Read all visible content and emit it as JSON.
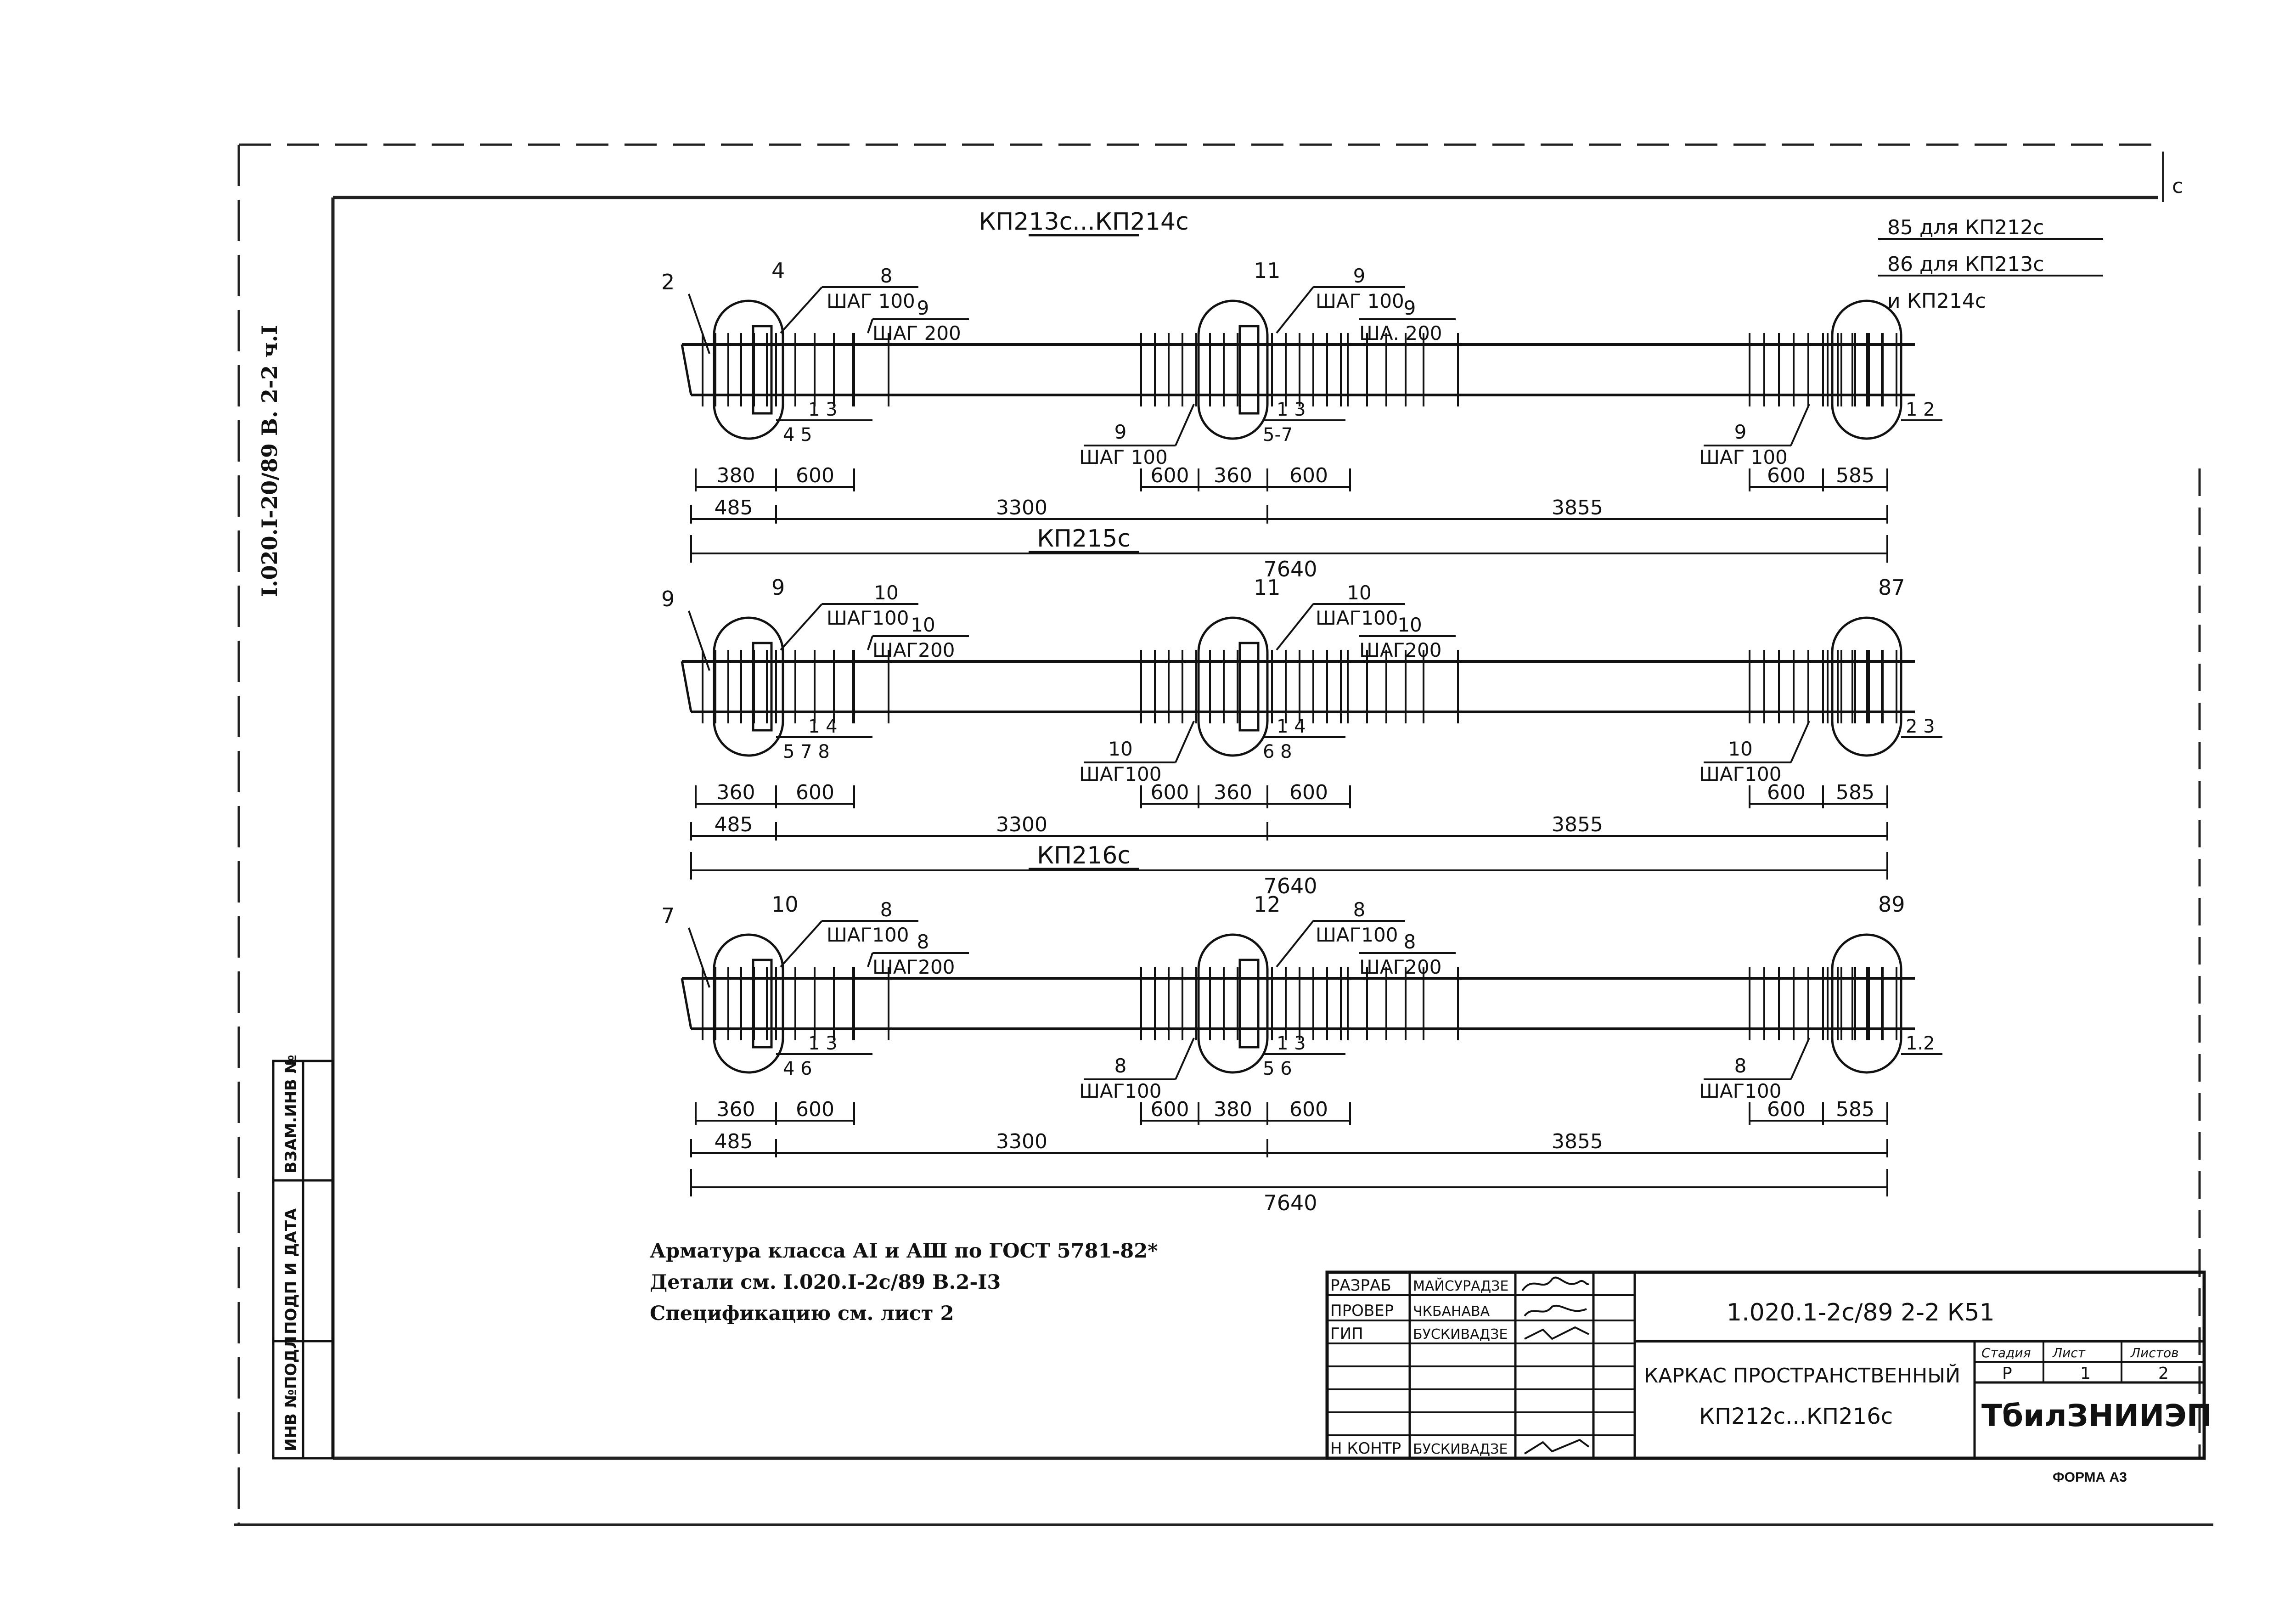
{
  "document": {
    "side_code": "I.020.I-20/89 В. 2-2 ч.I",
    "corner_mark": "с",
    "forma": "ФОРМА А3"
  },
  "notes": [
    "Арматура класса АI и АШ по ГОСТ 5781-82*",
    "Детали см. I.020.I-2с/89 В.2-I3",
    "Спецификацию см. лист 2"
  ],
  "left_stamp": [
    "ИНВ №ПОДЛ",
    "ПОДП И ДАТА",
    "ВЗАМ.ИНВ №"
  ],
  "views": [
    {
      "title": "КП213с...КП214с",
      "labels": {
        "left_end": "2",
        "mid_a": "4",
        "mid_b": "11",
        "right_end": "",
        "s1_num": "8",
        "s1_step": "ШАГ 100",
        "s2_num": "9",
        "s2_step": "ШАГ 200",
        "m1_num": "9",
        "m1_step": "ШАГ 100",
        "m2_num": "9",
        "m2_step": "ША. 200",
        "low_left_num": "9",
        "low_left_step": "ШАГ 100",
        "low_right_num": "9",
        "low_right_step": "ШАГ 100",
        "pos_a": "1 3",
        "pos_a2": "4 5",
        "pos_b": "1 3",
        "pos_b2": "5-7",
        "pos_c": "1 2"
      },
      "note_lines": [
        "85 для КП212с",
        "86 для КП213с",
        "и КП214с"
      ],
      "dims_small": [
        "380",
        "600",
        "600",
        "360",
        "600",
        "600",
        "585"
      ],
      "dims_mid": [
        "485",
        "3300",
        "3855"
      ],
      "dim_total": "7640"
    },
    {
      "title": "КП215с",
      "labels": {
        "left_end": "9",
        "mid_a": "9",
        "mid_b": "11",
        "right_end": "87",
        "s1_num": "10",
        "s1_step": "ШАГ100",
        "s2_num": "10",
        "s2_step": "ШАГ200",
        "m1_num": "10",
        "m1_step": "ШАГ100",
        "m2_num": "10",
        "m2_step": "ШАГ200",
        "low_left_num": "10",
        "low_left_step": "ШАГ100",
        "low_right_num": "10",
        "low_right_step": "ШАГ100",
        "pos_a": "1 4",
        "pos_a2": "5 7 8",
        "pos_b": "1 4",
        "pos_b2": "6 8",
        "pos_c": "2 3"
      },
      "note_lines": [],
      "dims_small": [
        "360",
        "600",
        "600",
        "360",
        "600",
        "600",
        "585"
      ],
      "dims_mid": [
        "485",
        "3300",
        "3855"
      ],
      "dim_total": "7640"
    },
    {
      "title": "КП216с",
      "labels": {
        "left_end": "7",
        "mid_a": "10",
        "mid_b": "12",
        "right_end": "89",
        "s1_num": "8",
        "s1_step": "ШАГ100",
        "s2_num": "8",
        "s2_step": "ШАГ200",
        "m1_num": "8",
        "m1_step": "ШАГ100",
        "m2_num": "8",
        "m2_step": "ШАГ200",
        "low_left_num": "8",
        "low_left_step": "ШАГ100",
        "low_right_num": "8",
        "low_right_step": "ШАГ100",
        "pos_a": "1 3",
        "pos_a2": "4 6",
        "pos_b": "1 3",
        "pos_b2": "5 6",
        "pos_c": "1.2"
      },
      "note_lines": [],
      "dims_small": [
        "360",
        "600",
        "600",
        "380",
        "600",
        "600",
        "585"
      ],
      "dims_mid": [
        "485",
        "3300",
        "3855"
      ],
      "dim_total": "7640"
    }
  ],
  "title_block": {
    "roles": [
      "РАЗРАБ",
      "ПРОВЕР",
      "ГИП",
      "Н КОНТР"
    ],
    "names": [
      "МАЙСУРАДЗЕ",
      "ЧКБАНАВА",
      "БУСКИВАДЗЕ",
      "БУСКИВАДЗЕ"
    ],
    "code": "1.020.1-2с/89 2-2 К51",
    "title_line1": "КАРКАС ПРОСТРАНСТВЕННЫЙ",
    "title_line2": "КП212с...КП216с",
    "stage_label": "Стадия",
    "sheet_label": "Лист",
    "sheets_label": "Листов",
    "stage": "Р",
    "sheet": "1",
    "sheets": "2",
    "org": "ТбилЗНИИЭП"
  }
}
